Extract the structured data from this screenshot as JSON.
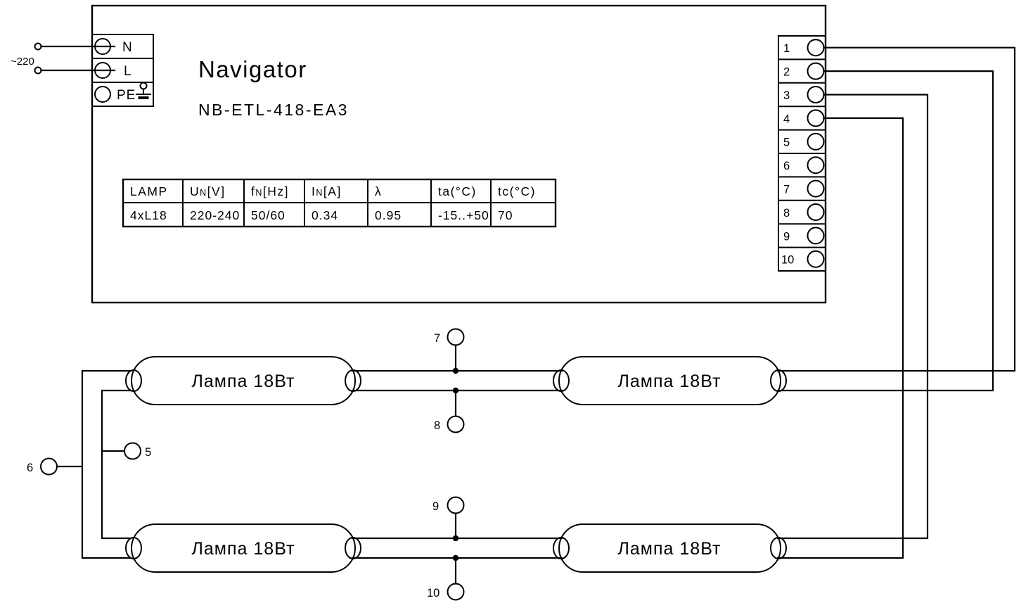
{
  "title": {
    "brand": "Navigator",
    "model": "NB-ETL-418-EA3"
  },
  "power_input": {
    "label": "~220",
    "terminals": [
      {
        "label": "N"
      },
      {
        "label": "L"
      },
      {
        "label": "PE"
      }
    ]
  },
  "spec_table": {
    "headers": [
      {
        "pre": "LAMP",
        "sub": "",
        "post": ""
      },
      {
        "pre": "U",
        "sub": "N",
        "post": "[V]"
      },
      {
        "pre": "f",
        "sub": "N",
        "post": "[Hz]"
      },
      {
        "pre": "I",
        "sub": "N",
        "post": "[A]"
      },
      {
        "pre": "λ",
        "sub": "",
        "post": ""
      },
      {
        "pre": "ta(°C)",
        "sub": "",
        "post": ""
      },
      {
        "pre": "tc(°C)",
        "sub": "",
        "post": ""
      }
    ],
    "values": [
      "4xL18",
      "220-240",
      "50/60",
      "0.34",
      "0.95",
      "-15..+50",
      "70"
    ]
  },
  "output_terminal_block": {
    "numbers": [
      "1",
      "2",
      "3",
      "4",
      "5",
      "6",
      "7",
      "8",
      "9",
      "10"
    ]
  },
  "lamp_terminals": {
    "t5": "5",
    "t6": "6",
    "t7": "7",
    "t8": "8",
    "t9": "9",
    "t10": "10"
  },
  "lamps": [
    {
      "label": "Лампа 18Вт"
    },
    {
      "label": "Лампа 18Вт"
    },
    {
      "label": "Лампа 18Вт"
    },
    {
      "label": "Лампа 18Вт"
    }
  ],
  "colors": {
    "line": "#000000",
    "background": "#ffffff"
  }
}
